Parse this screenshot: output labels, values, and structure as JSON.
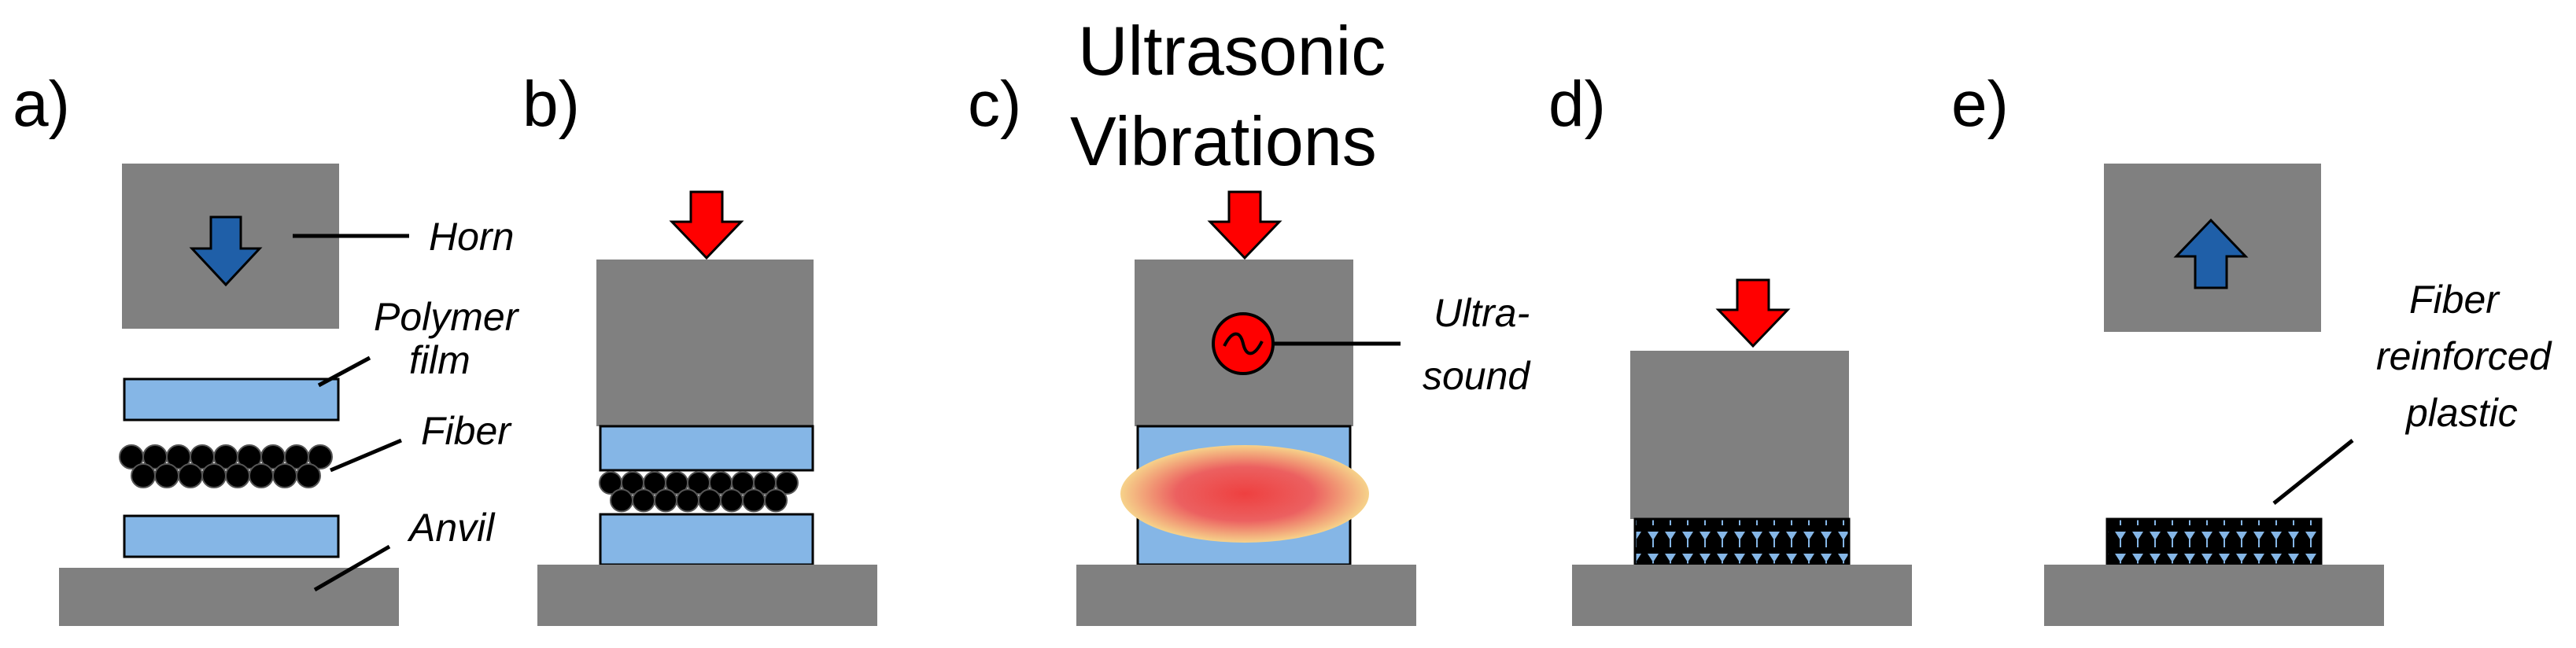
{
  "panels": {
    "a": {
      "label": "a)"
    },
    "b": {
      "label": "b)"
    },
    "c": {
      "label": "c)"
    },
    "d": {
      "label": "d)"
    },
    "e": {
      "label": "e)"
    }
  },
  "title": {
    "line1": "Ultrasonic",
    "line2": "Vibrations"
  },
  "callouts": {
    "horn": "Horn",
    "polymer_film": {
      "line1": "Polymer",
      "line2": "film"
    },
    "fiber": "Fiber",
    "anvil": "Anvil",
    "ultrasound": {
      "line1": "Ultra-",
      "line2": "sound"
    },
    "frp": {
      "line1": "Fiber",
      "line2": "reinforced",
      "line3": "plastic"
    }
  },
  "colors": {
    "gray_block": "#808080",
    "film_blue": "#85b6e6",
    "fiber_black": "#000000",
    "press_arrow": "#ff0000",
    "horn_arrow": "#1f5fa8",
    "heat_center": "#ee4040",
    "heat_edge": "#f6d28a"
  },
  "icons": {
    "down_arrow": "down-arrow-icon",
    "up_arrow": "up-arrow-icon",
    "ultrasound": "ultrasound-source-icon"
  }
}
